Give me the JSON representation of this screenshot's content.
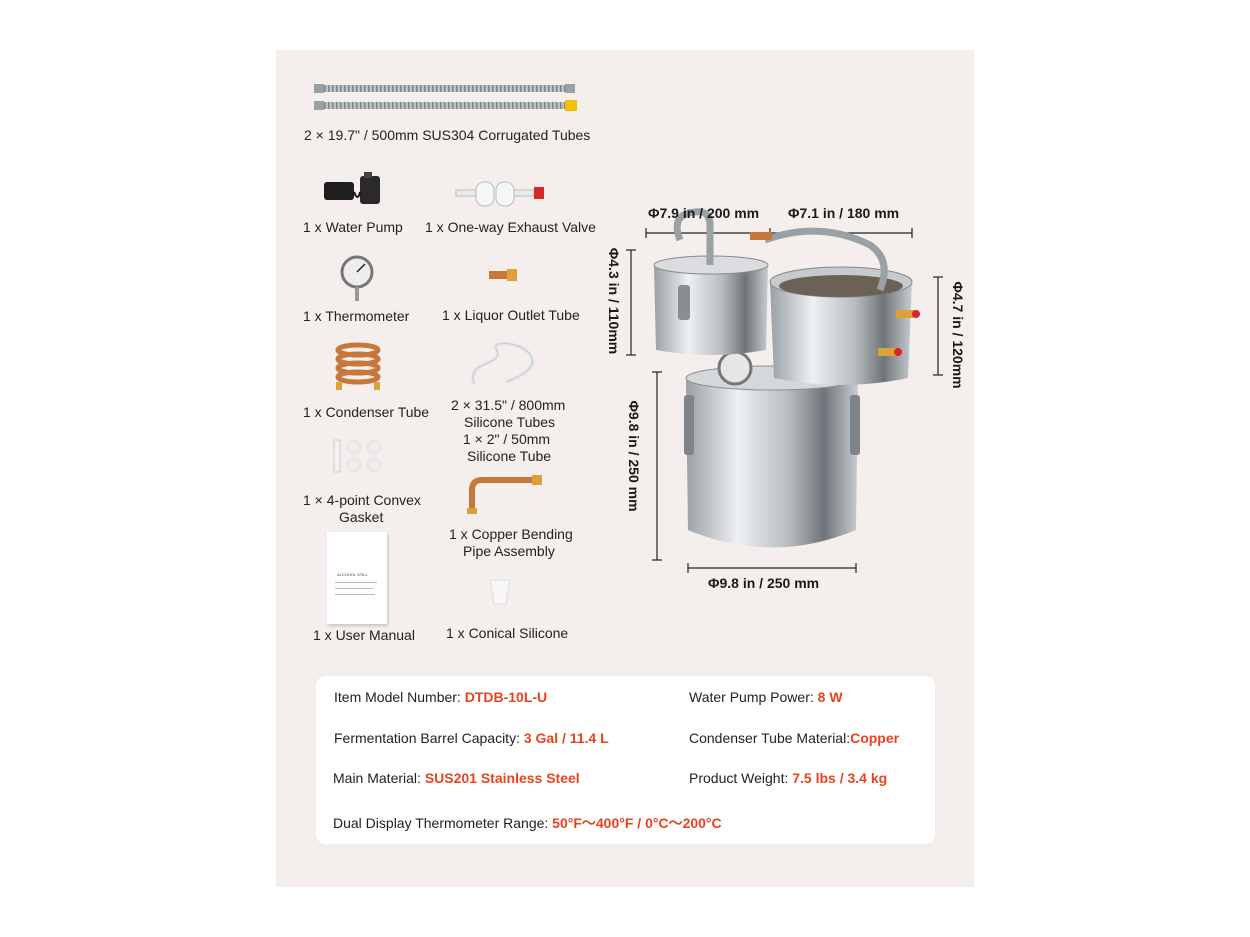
{
  "items": {
    "tubes": "2 × 19.7\" / 500mm SUS304 Corrugated Tubes",
    "pump": "1 x Water Pump",
    "valve": "1 x One-way Exhaust Valve",
    "thermometer": "1 x Thermometer",
    "outlet": "1 x Liquor Outlet Tube",
    "condenser": "1 x Condenser Tube",
    "silicone_1": "2 × 31.5\" / 800mm",
    "silicone_2": "Silicone Tubes",
    "silicone_3": "1 × 2\" / 50mm",
    "silicone_4": "Silicone Tube",
    "gasket_1": "1 × 4-point Convex",
    "gasket_2": "Gasket",
    "copper_1": "1 x Copper Bending",
    "copper_2": "Pipe Assembly",
    "manual": "1 x User Manual",
    "conical": "1 x Conical Silicone"
  },
  "dimensions": {
    "top_left": "Φ7.9 in / 200 mm",
    "top_right": "Φ7.1 in / 180 mm",
    "left_small": "Φ4.3 in / 110mm",
    "right_small": "Φ4.7 in / 120mm",
    "left_big": "Φ9.8 in / 250 mm",
    "bottom": "Φ9.8 in / 250 mm"
  },
  "specs": {
    "model_label": "Item Model Number: ",
    "model_value": "DTDB-10L-U",
    "pump_label": "Water Pump Power: ",
    "pump_value": "8 W",
    "capacity_label": "Fermentation Barrel Capacity: ",
    "capacity_value": "3 Gal / 11.4 L",
    "condenser_label": "Condenser Tube Material:",
    "condenser_value": "Copper",
    "material_label": "Main Material: ",
    "material_value": "SUS201 Stainless Steel",
    "weight_label": "Product Weight: ",
    "weight_value": "7.5 lbs / 3.4 kg",
    "thermo_label": "Dual Display Thermometer Range: ",
    "thermo_value": "50°F～400°F / 0°C～200°C"
  },
  "manual_title": "ALCOHOL STILL",
  "colors": {
    "accent": "#e8431e",
    "card": "#f4efed",
    "steel": "#c9cccf",
    "copper": "#c8773a"
  }
}
